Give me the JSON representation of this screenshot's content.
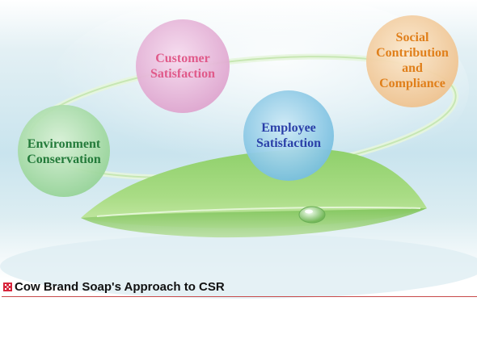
{
  "diagram": {
    "circles": [
      {
        "id": "customer",
        "lines": [
          "Customer",
          "Satisfaction"
        ],
        "color": "#e05a8a",
        "fill": "#e7b3d6"
      },
      {
        "id": "social",
        "lines": [
          "Social",
          "Contribution",
          "and",
          "Compliance"
        ],
        "color": "#e07f1a",
        "fill": "#f4cf9e"
      },
      {
        "id": "employee",
        "lines": [
          "Employee",
          "Satisfaction"
        ],
        "color": "#2a3fa8",
        "fill": "#8fcbe8"
      },
      {
        "id": "environment",
        "lines": [
          "Environment",
          "Conservation"
        ],
        "color": "#237a3a",
        "fill": "#a9dca8"
      }
    ]
  },
  "caption": {
    "text": "Cow Brand Soap's Approach to CSR",
    "marker_color": "#d7263d",
    "rule_color": "#c84a4a"
  }
}
